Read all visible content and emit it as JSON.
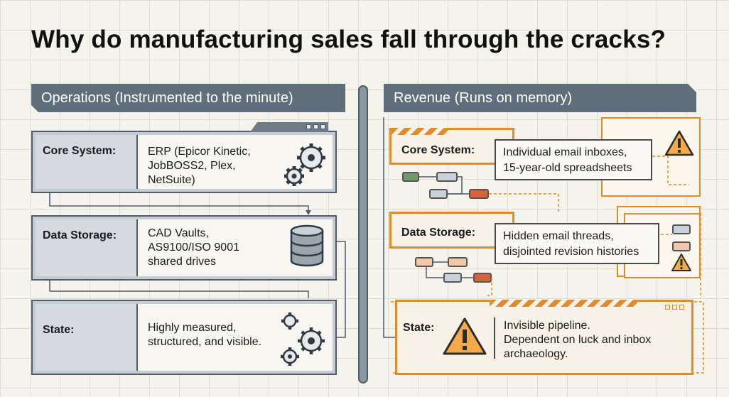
{
  "title": "Why do manufacturing sales fall through the cracks?",
  "operations": {
    "header": "Operations (Instrumented to the minute)",
    "rows": [
      {
        "label": "Core System:",
        "lines": [
          "ERP (Epicor Kinetic,",
          "JobBOSS2, Plex,",
          "NetSuite)"
        ],
        "icon": "gears-icon"
      },
      {
        "label": "Data Storage:",
        "lines": [
          "CAD Vaults,",
          "AS9100/ISO 9001",
          "shared drives"
        ],
        "icon": "database-icon"
      },
      {
        "label": "State:",
        "lines": [
          "Highly measured,",
          "structured, and visible."
        ],
        "icon": "gears-icon"
      }
    ]
  },
  "revenue": {
    "header": "Revenue (Runs on memory)",
    "rows": [
      {
        "label": "Core System:",
        "lines": [
          "Individual email inboxes,",
          "15-year-old spreadsheets"
        ],
        "icon": "warning-icon"
      },
      {
        "label": "Data Storage:",
        "lines": [
          "Hidden email threads,",
          "disjointed revision histories"
        ],
        "icon": "warning-icon"
      },
      {
        "label": "State:",
        "lines": [
          "Invisible pipeline.",
          "Dependent on luck and inbox",
          "archaeology."
        ],
        "icon": "warning-icon"
      }
    ]
  },
  "colors": {
    "slate": "#5f6e7b",
    "orange": "#e18b2a",
    "background": "#f4f3ec"
  }
}
